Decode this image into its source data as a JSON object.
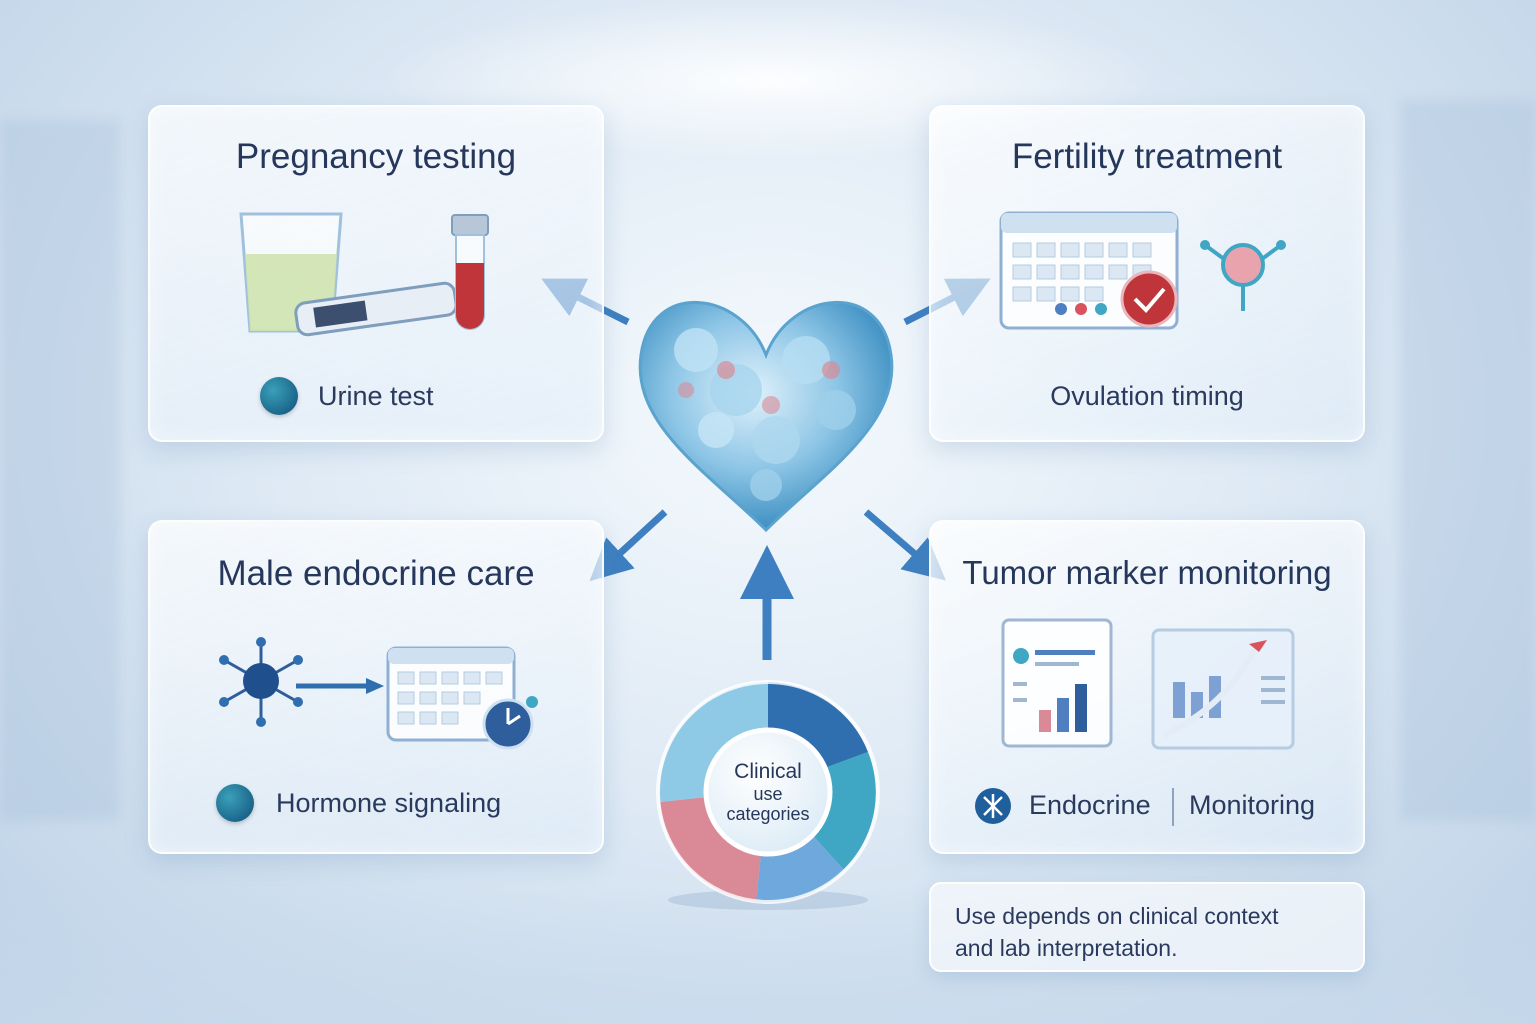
{
  "cards": {
    "pregnancy": {
      "title": "Pregnancy testing",
      "subtitle": "Urine test"
    },
    "fertility": {
      "title": "Fertility treatment",
      "subtitle": "Ovulation timing"
    },
    "male": {
      "title": "Male endocrine care",
      "subtitle": "Hormone signaling"
    },
    "tumor": {
      "title": "Tumor marker monitoring",
      "subtitle_left": "Endocrine",
      "subtitle_right": "Monitoring"
    }
  },
  "center_ring": {
    "line1": "Clinical",
    "line2": "use",
    "line3": "categories"
  },
  "note": {
    "line1": "Use depends on clinical context",
    "line2": "and lab interpretation."
  },
  "colors": {
    "title_text": "#26375c",
    "accent_blue": "#2f6fb0",
    "arrow_blue": "#3d7fc0",
    "ring_teal": "#3fa6c4",
    "ring_pink": "#d98a96",
    "liquid_green": "#cfe3b0",
    "blood_red": "#c0353a"
  },
  "icons": [
    "urine-cup-icon",
    "test-strip-icon",
    "blood-tube-icon",
    "calendar-icon",
    "egg-cell-icon",
    "molecule-icon",
    "clock-icon",
    "report-chart-icon",
    "trend-chart-icon",
    "snowflake-icon"
  ]
}
